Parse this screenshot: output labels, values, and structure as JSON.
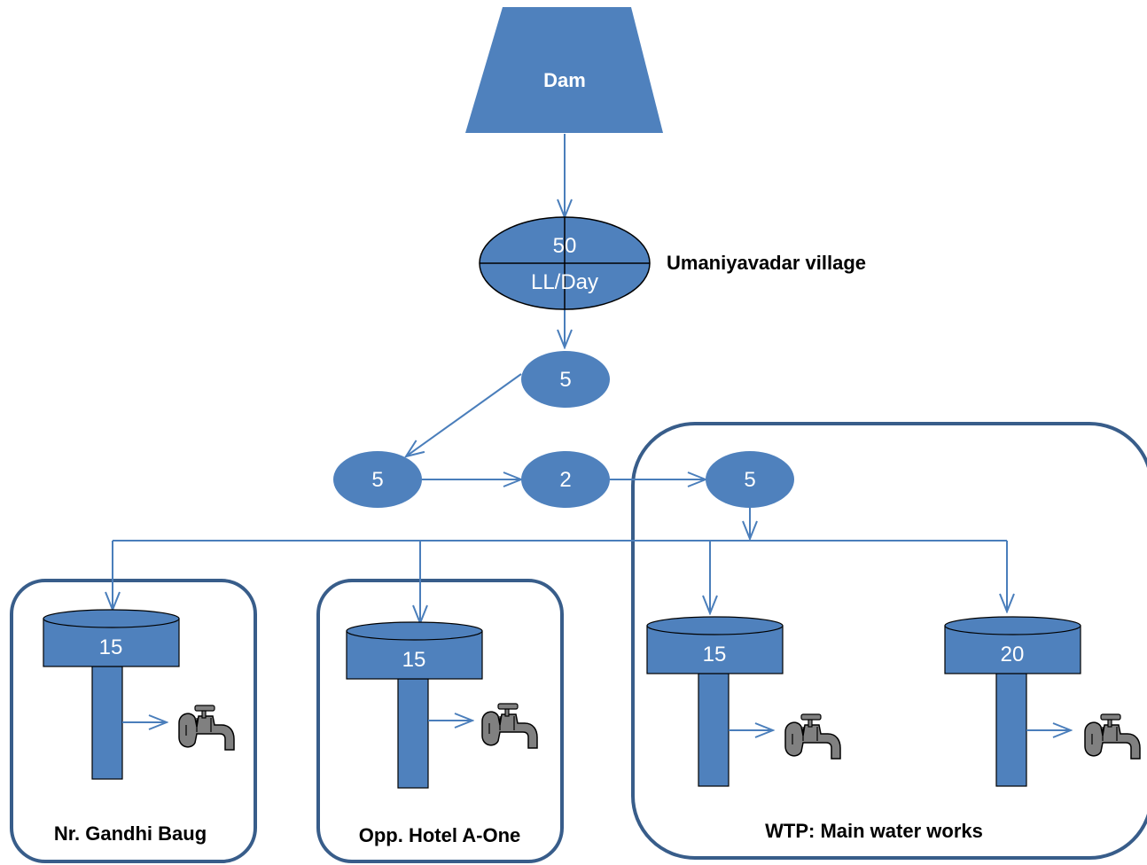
{
  "source": {
    "label": "Dam"
  },
  "village_node": {
    "top": "50",
    "bottom": "LL/Day",
    "label": "Umaniyavadar village"
  },
  "flow_nodes": [
    "5",
    "5",
    "2",
    "5"
  ],
  "tanks": [
    {
      "value": "15",
      "site": "Nr. Gandhi Baug"
    },
    {
      "value": "15",
      "site": "Opp. Hotel A-One"
    },
    {
      "value": "15"
    },
    {
      "value": "20"
    }
  ],
  "group_label": "WTP: Main water works",
  "colors": {
    "fill": "#4f81bd",
    "stroke": "#3e6ba6",
    "frame": "#385d8a",
    "arrow": "#4a7ebb",
    "tap": "#808080"
  },
  "icons": [
    "water-tap-icon"
  ]
}
